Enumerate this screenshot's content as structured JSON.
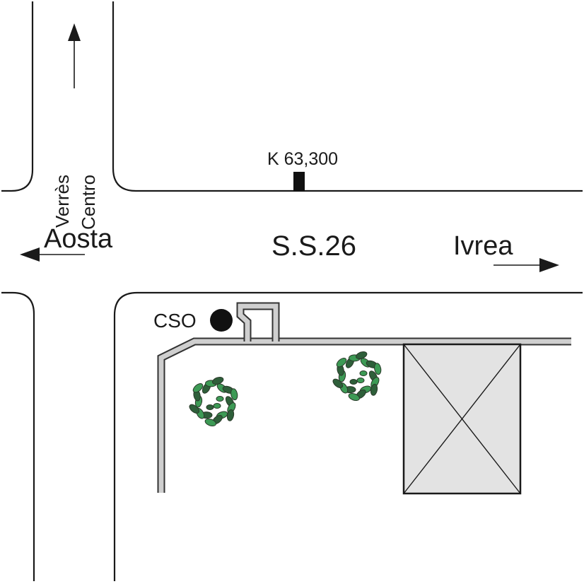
{
  "map": {
    "road_name": "S.S.26",
    "directions": {
      "left": "Aosta",
      "right": "Ivrea",
      "up_line1": "Verrès",
      "up_line2": "Centro"
    },
    "km_marker": "K 63,300",
    "cso_label": "CSO"
  },
  "colors": {
    "line": "#1a1a1a",
    "wall": "#cfcfcf",
    "building": "#e3e3e3",
    "tree_leaf_dark": "#2e5f3a",
    "tree_leaf_light": "#3d9a55"
  },
  "icons": {
    "tree": "tree-icon",
    "building": "building-icon",
    "cso_marker": "cso-marker-icon",
    "km_post": "km-post-icon"
  }
}
